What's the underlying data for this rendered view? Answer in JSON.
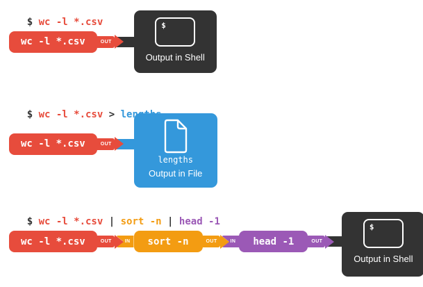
{
  "palette": {
    "red": "#e74c3c",
    "orange": "#f39c12",
    "purple": "#9b59b6",
    "blue": "#3498db",
    "dark": "#333333"
  },
  "rows": [
    {
      "prompt": {
        "p1": "$ ",
        "p2": "wc -l *.csv"
      },
      "cmd": {
        "label": "wc -l *.csv",
        "out": "OUT"
      },
      "output": {
        "type": "shell",
        "terminal_prompt": "$",
        "label": "Output in Shell"
      }
    },
    {
      "prompt": {
        "p1": "$ ",
        "p2": "wc -l *.csv",
        "p3": " > ",
        "p4": "lengths"
      },
      "cmd": {
        "label": "wc -l *.csv",
        "out": "OUT"
      },
      "output": {
        "type": "file",
        "file_name": "lengths",
        "label": "Output in File"
      }
    },
    {
      "prompt": {
        "p1": "$ ",
        "p2": "wc -l *.csv",
        "p3": " | ",
        "p4": "sort -n",
        "p5": " | ",
        "p6": "head -1"
      },
      "cmd": {
        "label": "wc -l *.csv",
        "out": "OUT"
      },
      "cmd2": {
        "in": "IN",
        "label": "sort -n",
        "out": "OUT"
      },
      "cmd3": {
        "in": "IN",
        "label": "head -1",
        "out": "OUT"
      },
      "output": {
        "type": "shell",
        "terminal_prompt": "$",
        "label": "Output in Shell"
      }
    }
  ]
}
